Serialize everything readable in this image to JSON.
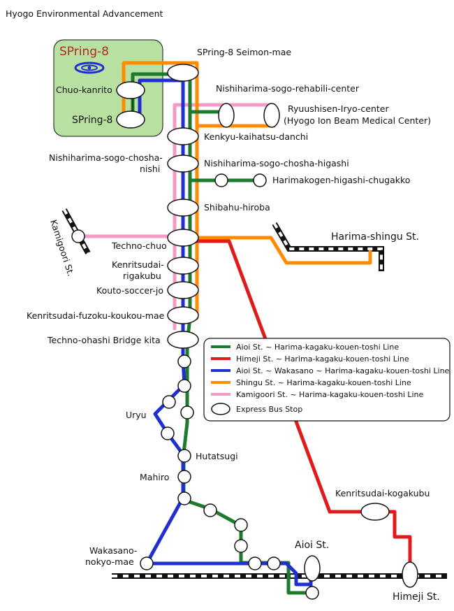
{
  "title": "Hyogo Environmental Advancement",
  "logo": {
    "text": "SPring-8"
  },
  "colors": {
    "aioi_line": "#1e7a2c",
    "himeji_line": "#e01b1b",
    "wakasano_line": "#1f2fd0",
    "shingu_line": "#ff8c00",
    "kamigoori_line": "#f29ac8",
    "spring8_area": "#b8e0a0"
  },
  "stops": {
    "spring8_seimon_mae": "SPring-8 Seimon-mae",
    "chuo_kanrito": "Chuo-kanrito",
    "spring8": "SPring-8",
    "nishiharima_rehabili": "Nishiharima-sogo-rehabili-center",
    "ryuushisen_1": "Ryuushisen-Iryo-center",
    "ryuushisen_2": "(Hyogo Ion Beam Medical Center)",
    "kenkyu": "Kenkyu-kaihatsu-danchi",
    "chosha_nishi_1": "Nishiharima-sogo-chosha-",
    "chosha_nishi_2": "nishi",
    "chosha_higashi": "Nishiharima-sogo-chosha-higashi",
    "harimakogen": "Harimakogen-higashi-chugakko",
    "shibahu": "Shibahu-hiroba",
    "techno_chuo": "Techno-chuo",
    "harima_shingu": "Harima-shingu St.",
    "kamigoori": "Kamigoori St.",
    "rigakubu_1": "Kenritsudai-",
    "rigakubu_2": "rigakubu",
    "kouto_soccer": "Kouto-soccer-jo",
    "fuzoku": "Kenritsudai-fuzoku-koukou-mae",
    "techno_ohashi": "Techno-ohashi Bridge kita",
    "uryu": "Uryu",
    "hutatsugi": "Hutatsugi",
    "mahiro": "Mahiro",
    "wakasano_1": "Wakasano-",
    "wakasano_2": "nokyo-mae",
    "aioi": "Aioi St.",
    "himeji": "Himeji St.",
    "kogakubu": "Kenritsudai-kogakubu"
  },
  "legend": {
    "items": [
      {
        "color": "#1e7a2c",
        "label": "Aioi St. ~ Harima-kagaku-kouen-toshi Line"
      },
      {
        "color": "#e01b1b",
        "label": "Himeji St. ~ Harima-kagaku-kouen-toshi Line"
      },
      {
        "color": "#1f2fd0",
        "label": "Aioi St. ~ Wakasano ~ Harima-kagaku-kouen-toshi Line"
      },
      {
        "color": "#ff8c00",
        "label": "Shingu St. ~ Harima-kagaku-kouen-toshi Line"
      },
      {
        "color": "#f29ac8",
        "label": "Kamigoori St. ~ Harima-kagaku-kouen-toshi Line"
      }
    ],
    "stop_label": "Express Bus Stop"
  }
}
